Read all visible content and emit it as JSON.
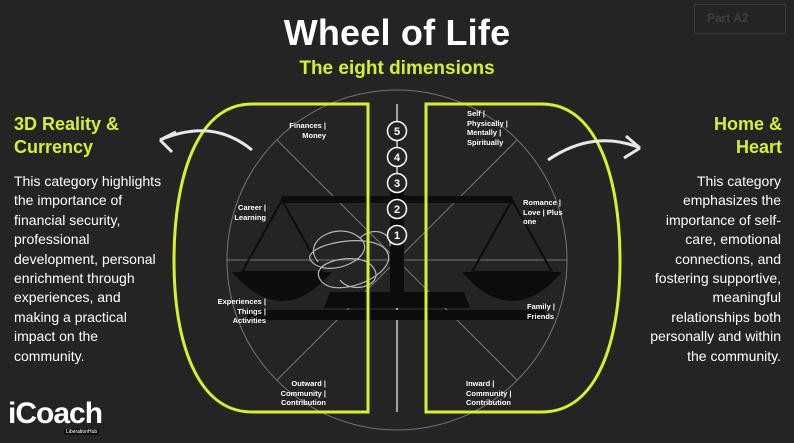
{
  "header": {
    "title": "Wheel of Life",
    "subtitle": "The eight dimensions",
    "badge": "Part A2"
  },
  "left": {
    "heading": "3D Reality & Currency",
    "body": "This category highlights the importance of financial security, professional development, personal enrichment through experiences, and making a practical impact on the community."
  },
  "right": {
    "heading": "Home & Heart",
    "body": "This category emphasizes the importance of self-care, emotional connections, and fostering supportive, meaningful relationships both personally and within the community."
  },
  "dimensions": {
    "finances": "Finances | Money",
    "career": "Career | Learning",
    "experiences": "Experiences | Things | Activities",
    "outward": "Outward | Community | Contribution",
    "self": "Self | Physically | Mentally | Spiritually",
    "romance": "Romance | Love | Plus one",
    "family": "Family | Friends",
    "inward": "Inward | Community | Contribution"
  },
  "scale": [
    "5",
    "4",
    "3",
    "2",
    "1"
  ],
  "logo": {
    "name": "iCoach",
    "tagline": "LiberationHub"
  },
  "colors": {
    "accent": "#d7f22a",
    "background": "#242424"
  }
}
